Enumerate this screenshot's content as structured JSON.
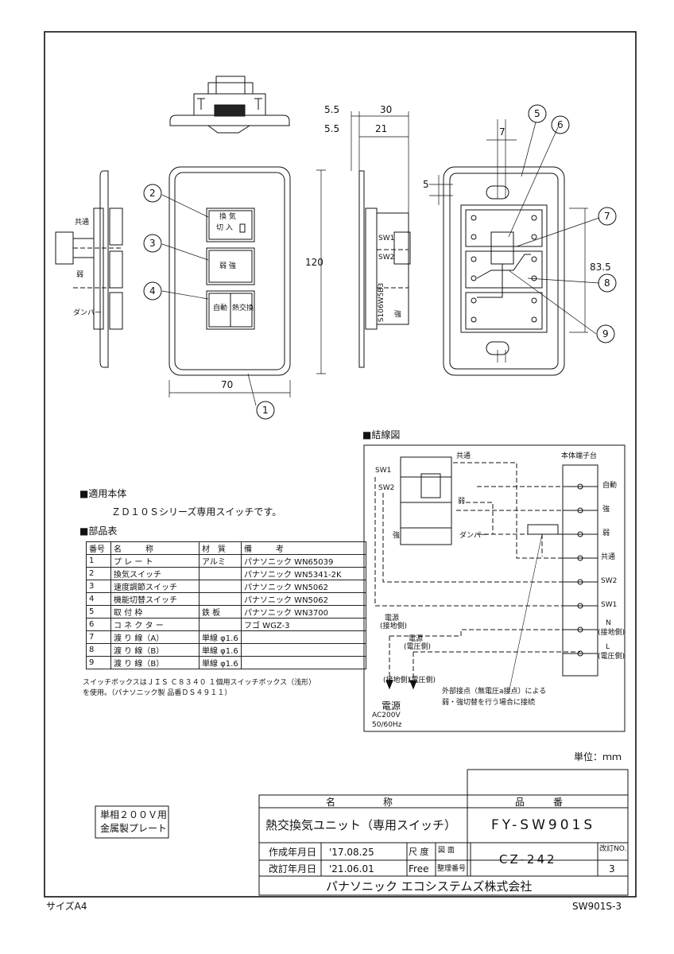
{
  "callouts": [
    "1",
    "2",
    "3",
    "4",
    "5",
    "6",
    "7",
    "8",
    "9"
  ],
  "dims": {
    "d55a": "5.5",
    "d30": "30",
    "d55b": "5.5",
    "d21": "21",
    "d7": "7",
    "d5": "5",
    "d120": "120",
    "d70": "70",
    "d835": "83.5"
  },
  "front_plate": {
    "sw1_top": "換 気",
    "sw1_bottom": "切 入",
    "sw2": "弱  強",
    "sw3_left": "自動",
    "sw3_right": "熱交換"
  },
  "side_labels": {
    "common": "共通",
    "weak": "弱",
    "damper": "ダンパー"
  },
  "side_right": {
    "sw1": "SW1",
    "sw2": "SW2",
    "model": "S106W5B3",
    "strong": "強"
  },
  "applicable": {
    "heading": "■適用本体",
    "text": "ＺＤ１０Ｓシリーズ専用スイッチです。"
  },
  "parts": {
    "heading": "■部品表",
    "headers": [
      "番号",
      "名　　　称",
      "材　質",
      "備　　　考"
    ],
    "rows": [
      [
        "1",
        "プ レ ー ト",
        "アルミ",
        "パナソニック WN65039"
      ],
      [
        "2",
        "換気スイッチ",
        "",
        "パナソニック WN5341-2K"
      ],
      [
        "3",
        "速度調節スイッチ",
        "",
        "パナソニック WN5062"
      ],
      [
        "4",
        "機能切替スイッチ",
        "",
        "パナソニック WN5062"
      ],
      [
        "5",
        "取 付 枠",
        "鉄 板",
        "パナソニック WN3700"
      ],
      [
        "6",
        "コ ネ ク タ ー",
        "",
        "フゴ WGZ-3"
      ],
      [
        "7",
        "渡 り 線（A）",
        "単線 φ1.6",
        ""
      ],
      [
        "8",
        "渡 り 線（B）",
        "単線 φ1.6",
        ""
      ],
      [
        "9",
        "渡 り 線（B）",
        "単線 φ1.6",
        ""
      ]
    ]
  },
  "note": {
    "line1": "スイッチボックスはＪＩＳ Ｃ８３４０ １個用スイッチボックス（浅形）",
    "line2": "を使用。（パナソニック製 品番ＤＳ４９１１）"
  },
  "wiring": {
    "heading": "■結線図",
    "terminal_board": "本体端子台",
    "sw1": "SW1",
    "sw2": "SW2",
    "common": "共通",
    "weak": "弱",
    "strong": "強",
    "damper": "ダンパー",
    "terminals": [
      "自動",
      "強",
      "弱",
      "共通",
      "SW2",
      "SW1",
      "N",
      "(接地側)",
      "L",
      "(電圧側)"
    ],
    "power_ground": "電源",
    "power_ground_sub": "(接地側)",
    "power_volt": "電源",
    "power_volt_sub": "(電圧側)",
    "arrow_ground": "(接地側)",
    "arrow_volt": "(電圧側)",
    "source": "電源",
    "ac": "AC200V",
    "hz": "50/60Hz",
    "ext_note1": "外部接点（無電圧a接点）による",
    "ext_note2": "弱・強切替を行う場合に接続"
  },
  "unit": "単位：ｍｍ",
  "stamp": {
    "line1": "単相２００Ｖ用",
    "line2": "金属製プレート"
  },
  "title_block": {
    "name_header": "名　　　　　称",
    "number_header": "品　　　番",
    "name": "熱交換気ユニット（専用スイッチ）",
    "number": "FY-SW901S",
    "created_label": "作成年月日",
    "created": "'17.08.25",
    "revised_label": "改訂年月日",
    "revised": "'21.06.01",
    "scale_label": "尺 度",
    "scale": "Free",
    "drawing_label": "図 面",
    "ref_label": "整理番号",
    "drawing_no": "CZ-242",
    "rev_label": "改訂NO.",
    "rev": "3",
    "company": "パナソニック エコシステムズ株式会社"
  },
  "footer": {
    "size": "サイズA4",
    "code": "SW901S-3"
  }
}
